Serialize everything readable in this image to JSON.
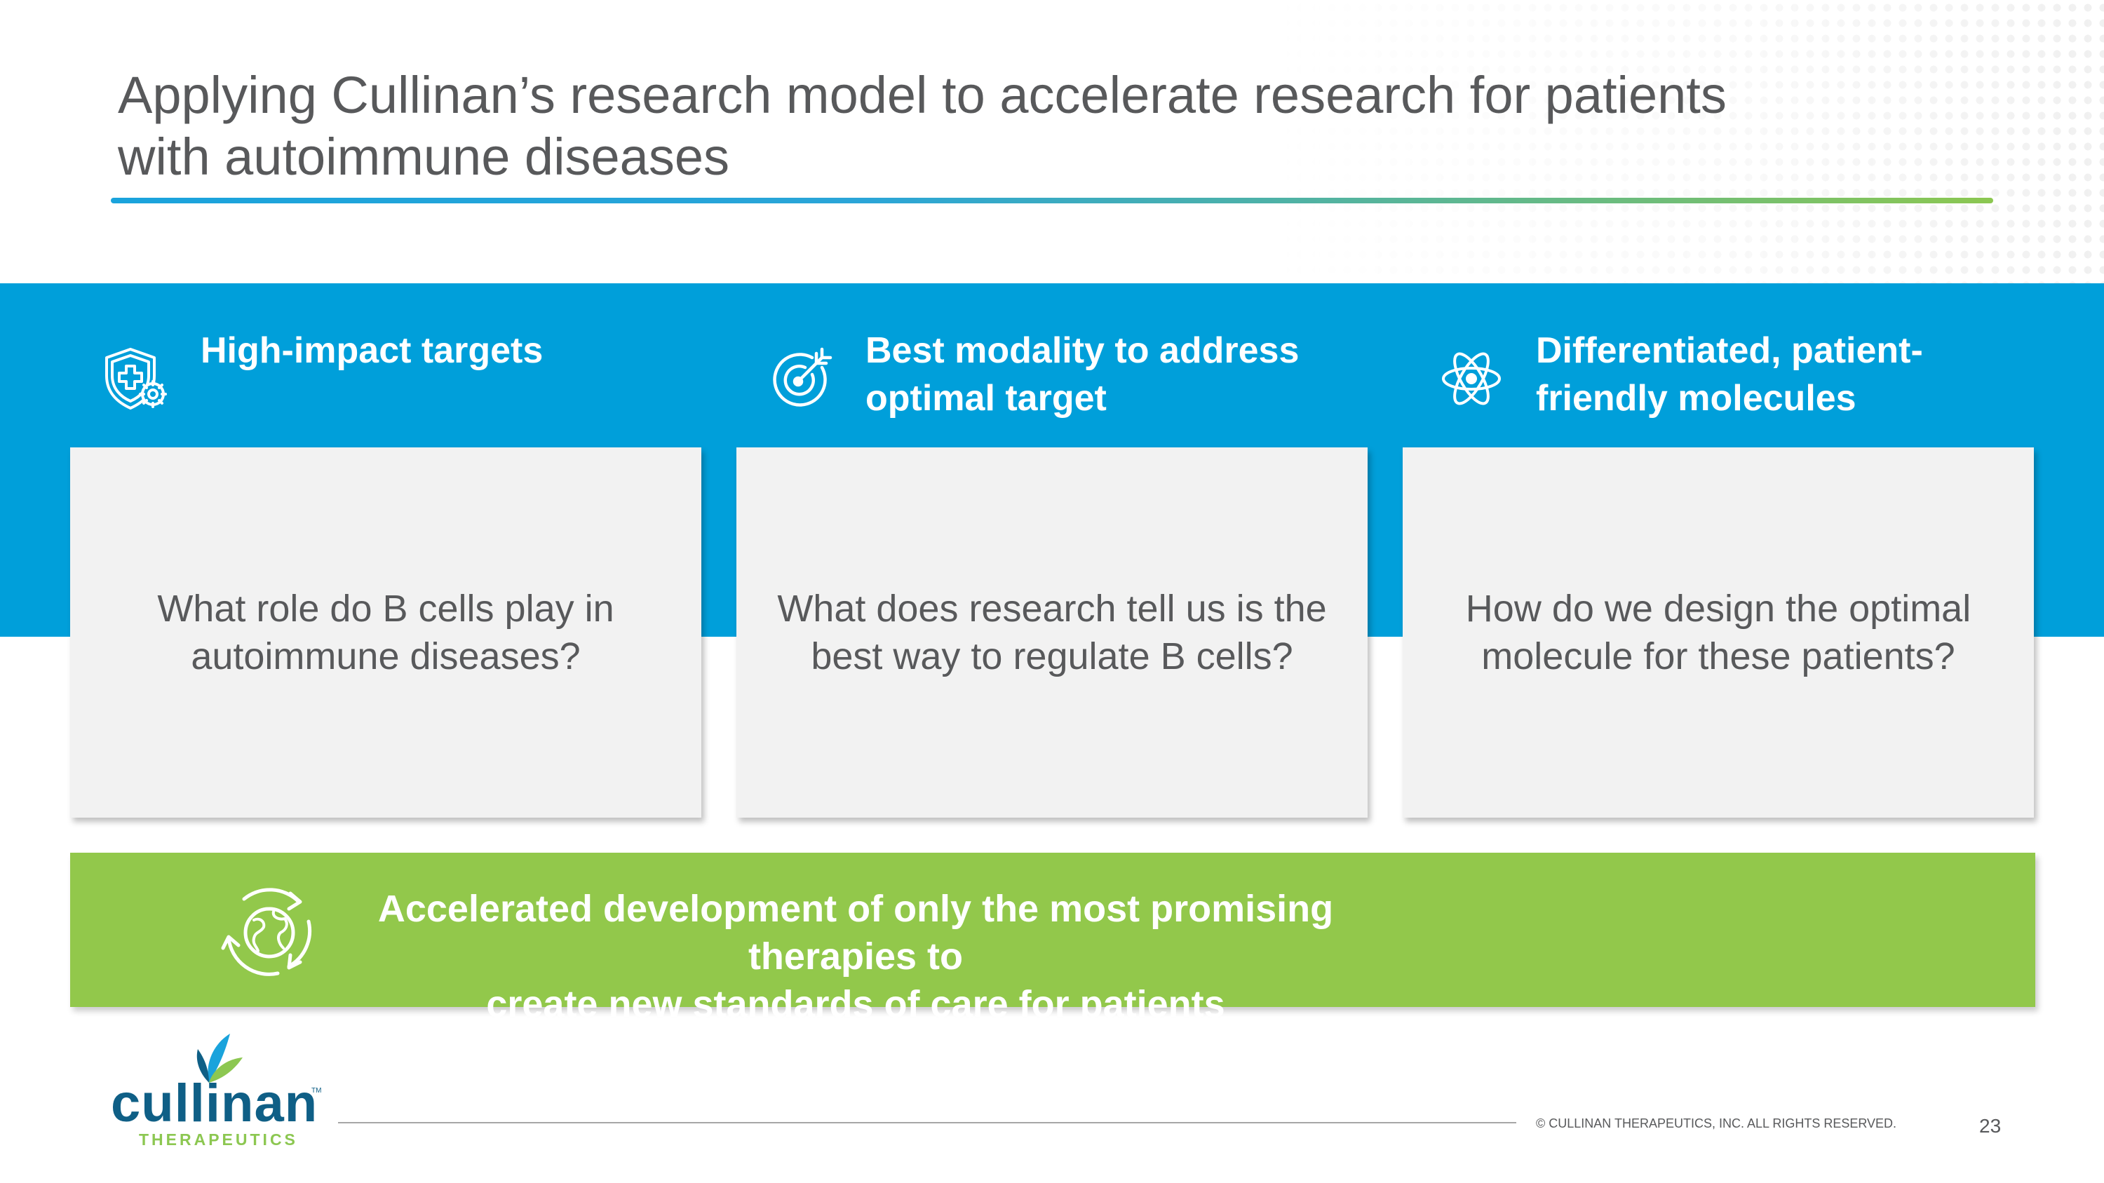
{
  "slide": {
    "title_lines": [
      "Applying Cullinan’s research model to accelerate research for patients",
      "with autoimmune diseases"
    ],
    "columns": [
      {
        "icon": "shield-medical-icon",
        "heading_lines": [
          "High-impact targets"
        ],
        "question_lines": [
          "What role do B cells play in",
          "autoimmune diseases?"
        ]
      },
      {
        "icon": "target-icon",
        "heading_lines": [
          "Best modality to address",
          "optimal target"
        ],
        "question_lines": [
          "What does research tell us is the",
          "best way to regulate B cells?"
        ]
      },
      {
        "icon": "atom-icon",
        "heading_lines": [
          "Differentiated, patient-",
          "friendly molecules"
        ],
        "question_lines": [
          "How do we design the optimal",
          "molecule for these patients?"
        ]
      }
    ],
    "summary": {
      "icon": "globe-cycle-icon",
      "lines": [
        "Accelerated development of only the most promising therapies to",
        "create new standards of care for patients"
      ]
    }
  },
  "footer": {
    "logo_word": "cullinan",
    "logo_tm": "TM",
    "logo_sub": "THERAPEUTICS",
    "copyright": "© CULLINAN THERAPEUTICS, INC. ALL RIGHTS RESERVED.",
    "page_number": "23"
  },
  "colors": {
    "band_blue": "#009fda",
    "summary_green": "#92c84b",
    "card_gray": "#f2f2f2",
    "text_gray": "#58595b",
    "logo_navy": "#0f5f86",
    "logo_green": "#8cc751"
  }
}
